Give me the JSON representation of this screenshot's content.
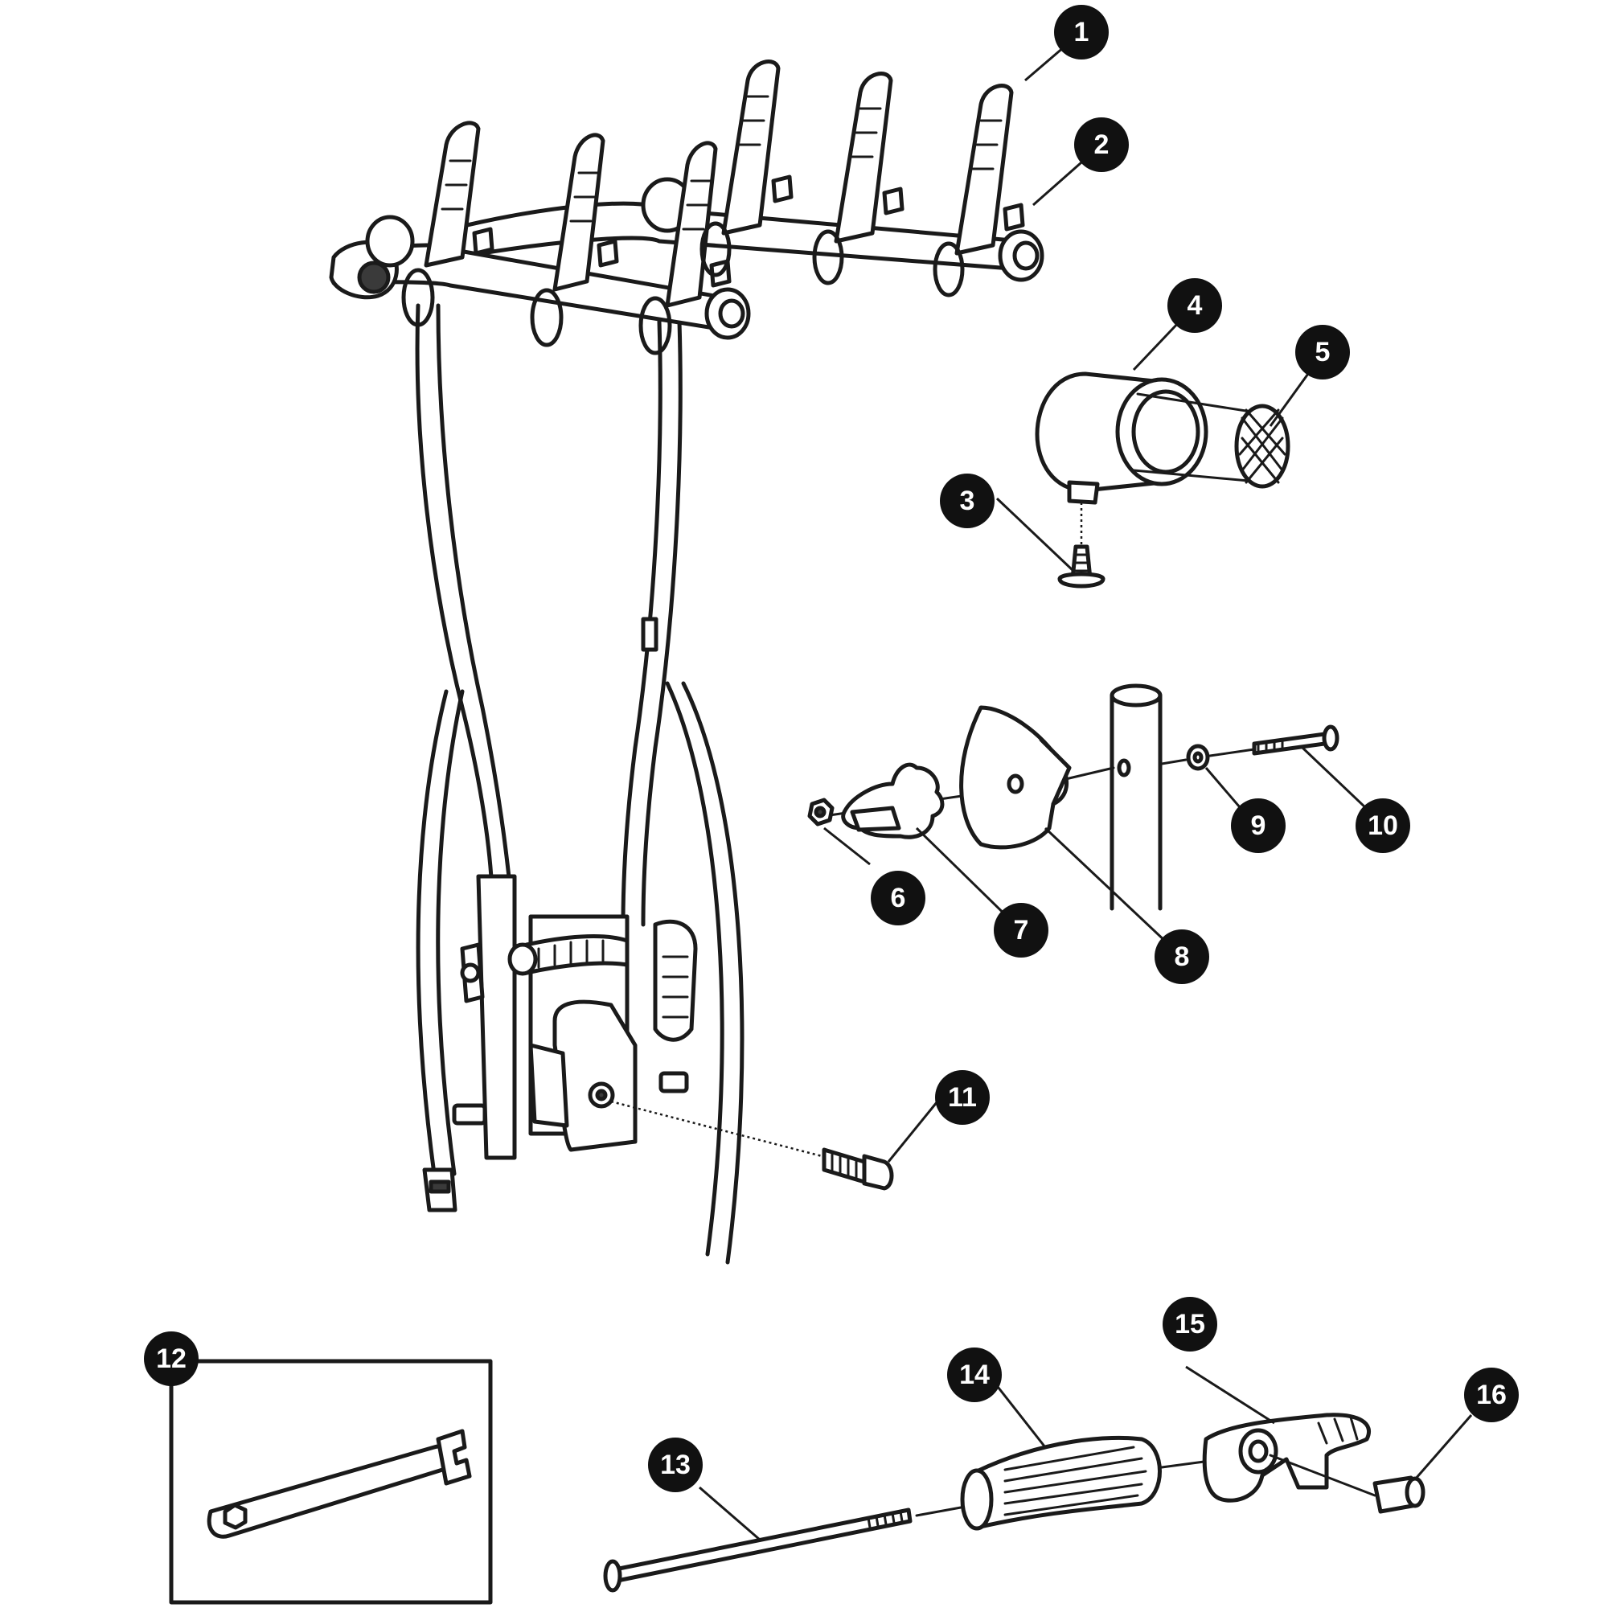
{
  "callouts": [
    {
      "id": "c1",
      "label": "1"
    },
    {
      "id": "c2",
      "label": "2"
    },
    {
      "id": "c3",
      "label": "3"
    },
    {
      "id": "c4",
      "label": "4"
    },
    {
      "id": "c5",
      "label": "5"
    },
    {
      "id": "c6",
      "label": "6"
    },
    {
      "id": "c7",
      "label": "7"
    },
    {
      "id": "c8",
      "label": "8"
    },
    {
      "id": "c9",
      "label": "9"
    },
    {
      "id": "c10",
      "label": "10"
    },
    {
      "id": "c11",
      "label": "11"
    },
    {
      "id": "c12",
      "label": "12"
    },
    {
      "id": "c13",
      "label": "13"
    },
    {
      "id": "c14",
      "label": "14"
    },
    {
      "id": "c15",
      "label": "15"
    },
    {
      "id": "c16",
      "label": "16"
    }
  ],
  "colors": {
    "line": "#1a1a1a",
    "badge": "#111111",
    "badge_text": "#ffffff",
    "background": "#ffffff"
  }
}
